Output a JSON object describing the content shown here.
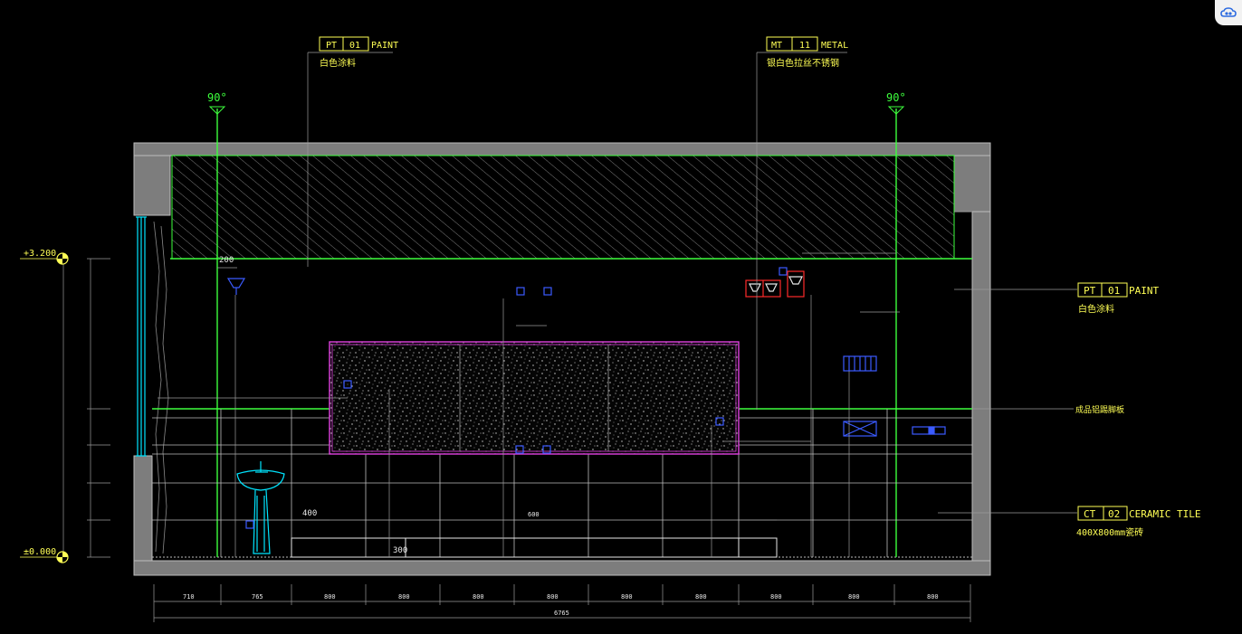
{
  "callouts": {
    "top_left": {
      "code": "PT",
      "num": "01",
      "material": "PAINT",
      "note": "白色涂料"
    },
    "top_mid": {
      "code": "MT",
      "num": "11",
      "material": "METAL",
      "note": "银白色拉丝不锈钢"
    },
    "right_top": {
      "code": "PT",
      "num": "01",
      "material": "PAINT",
      "note": "白色涂料"
    },
    "right_mid_note": "成品铝踢脚板",
    "right_bottom": {
      "code": "CT",
      "num": "02",
      "material": "CERAMIC TILE",
      "note": "400X800mm瓷砖"
    }
  },
  "angles": {
    "left": "90°",
    "right": "90°"
  },
  "levels": {
    "top": "+3.200",
    "bottom": "±0.000"
  },
  "dims": {
    "d200": "200",
    "d400": "400",
    "d600": "600",
    "d300": "300",
    "bottom_total": "6765",
    "bottom_segments": [
      "710",
      "765",
      "800",
      "800",
      "800",
      "800",
      "800",
      "800",
      "800",
      "800",
      "800"
    ]
  },
  "colors": {
    "line": "#3dff3d",
    "wall": "#8a8a8a",
    "accent": "#ffff55",
    "cyan": "#00e5ff",
    "magenta": "#e040e0",
    "blue": "#3b5bff",
    "red": "#ff2a2a"
  },
  "icons": {
    "corner": "cloud-sync-icon"
  }
}
